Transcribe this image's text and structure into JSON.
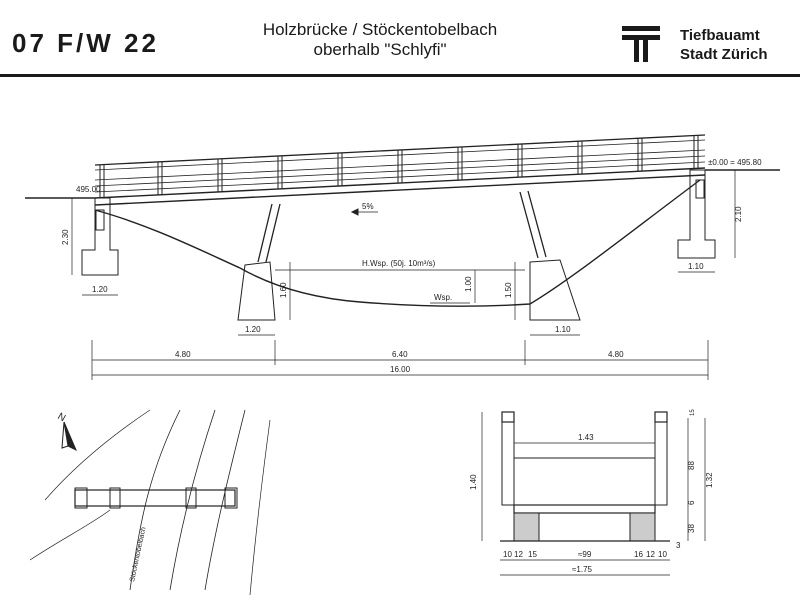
{
  "header": {
    "code": "07 F/W 22",
    "title_line1": "Holzbrücke / Stöckentobelbach",
    "title_line2": "oberhalb \"Schlyfi\"",
    "org_line1": "Tiefbauamt",
    "org_line2": "Stadt Zürich"
  },
  "elevation": {
    "level_left": "495.00",
    "level_right": "±0.00 = 495.80",
    "slope": "5%",
    "hwsp": "H.Wsp. (50j. 10m³/s)",
    "wsp": "Wsp.",
    "dim_left_abut_h": "2.30",
    "dim_right_abut_h": "2.10",
    "dim_left_found_w": "1.20",
    "dim_right_found_w": "1.10",
    "dim_left_pier_h": "1.60",
    "dim_right_pier_h": "1.50",
    "dim_water": "1.00",
    "dim_left_pier_w": "1.20",
    "dim_right_pier_w": "1.10",
    "dim_span_left": "4.80",
    "dim_span_mid": "6.40",
    "dim_span_right": "4.80",
    "dim_total": "16.00"
  },
  "plan": {
    "north": "N",
    "stream_label": "Stöckentobelbach"
  },
  "section": {
    "dim_inner_width": "1.43",
    "dim_height": "1.40",
    "dim_total_h": "1.32",
    "dim_88": "88",
    "dim_6": "6",
    "dim_38": "38",
    "dim_3": "3",
    "dim_top": "15",
    "bottom_left": [
      "10",
      "12",
      "15"
    ],
    "dim_mid": "≈99",
    "bottom_right": [
      "16",
      "12",
      "10"
    ],
    "dim_overall": "≈1.75"
  }
}
